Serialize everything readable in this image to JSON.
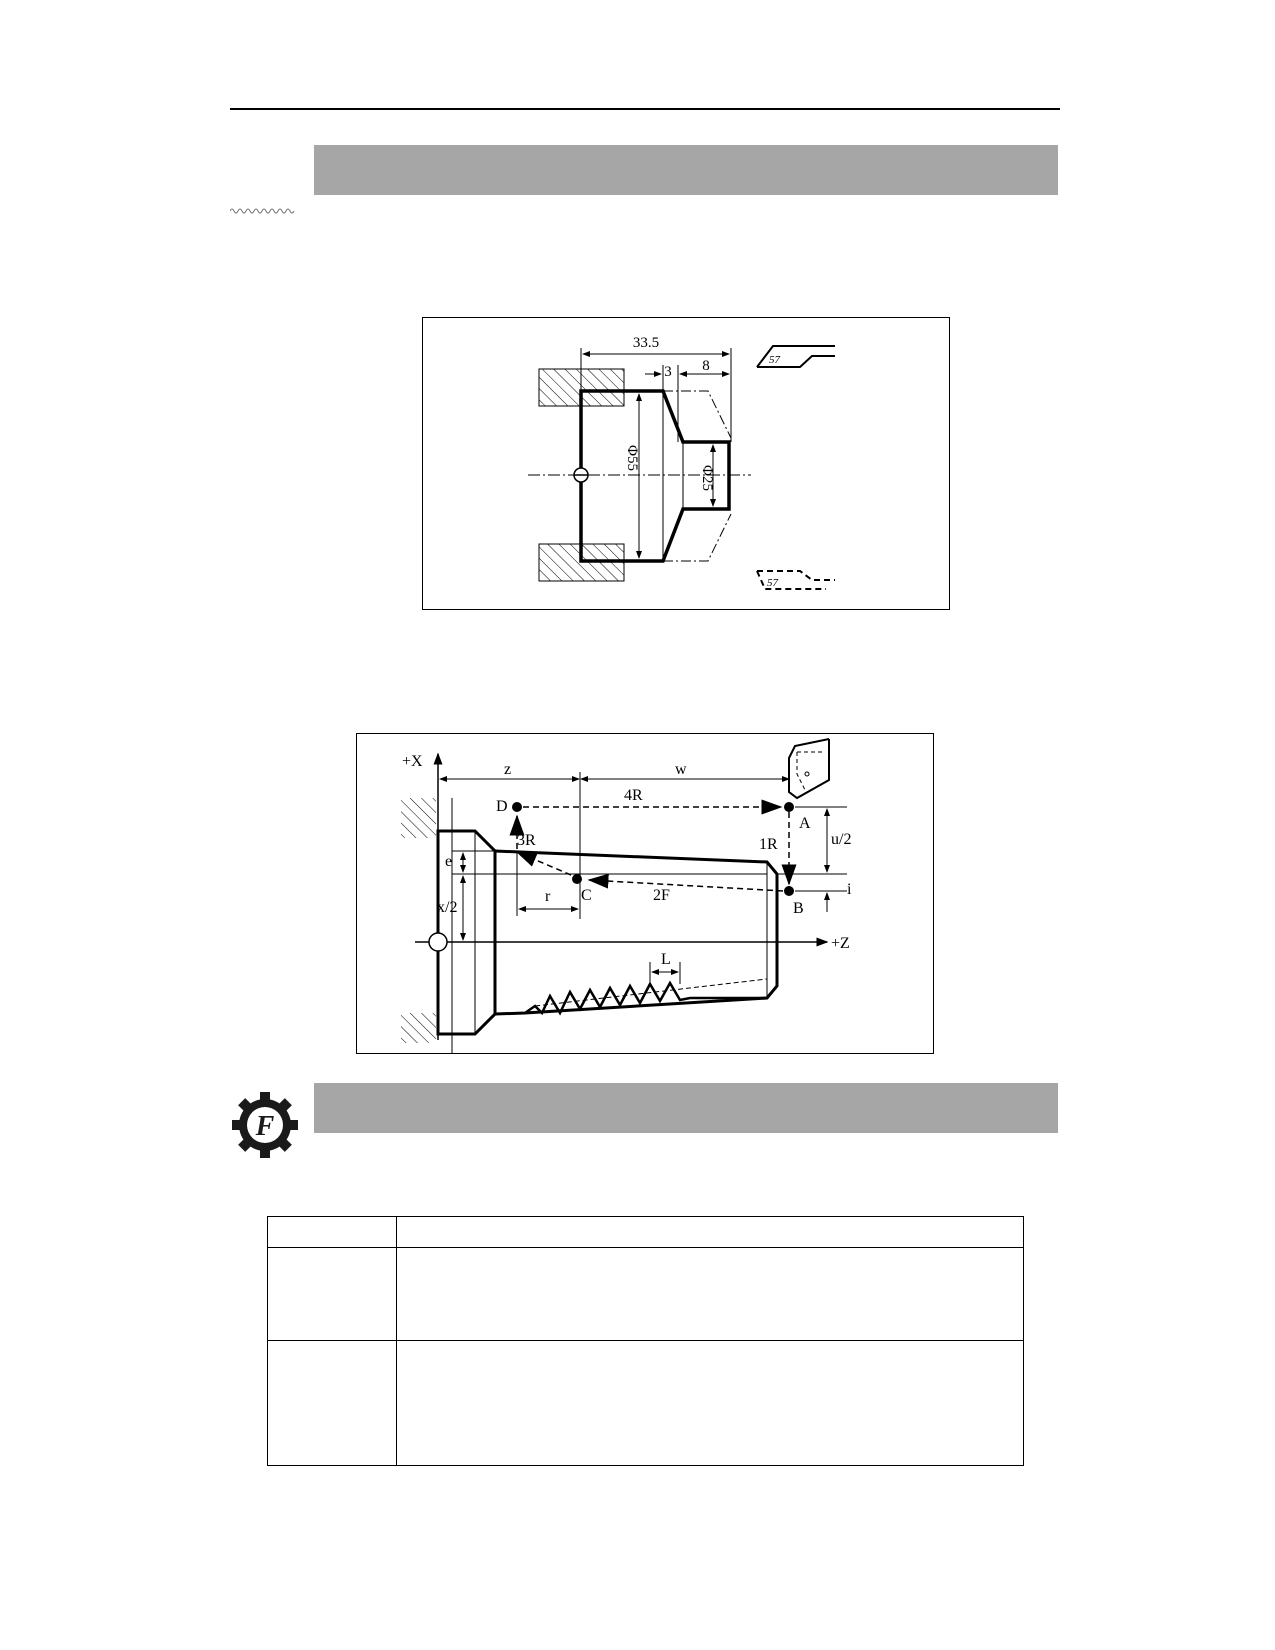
{
  "figure1": {
    "dim_total": "33.5",
    "dim_small_1": "3",
    "dim_small_2": "8",
    "dia_large": "Φ55",
    "dia_small": "Φ25"
  },
  "figure2": {
    "axis_x": "+X",
    "axis_z": "+Z",
    "label_z": "z",
    "label_w": "w",
    "point_d": "D",
    "point_a": "A",
    "point_b": "B",
    "point_c": "C",
    "move_4r": "4R",
    "move_3r": "3R",
    "move_1r": "1R",
    "move_2f": "2F",
    "dim_u2": "u/2",
    "dim_i": "i",
    "dim_e": "e",
    "dim_x2": "x/2",
    "dim_r": "r",
    "dim_l": "L"
  },
  "logo": {
    "letter": "F"
  },
  "table": {
    "rows": [
      [
        "",
        ""
      ],
      [
        "",
        ""
      ],
      [
        "",
        ""
      ]
    ]
  }
}
